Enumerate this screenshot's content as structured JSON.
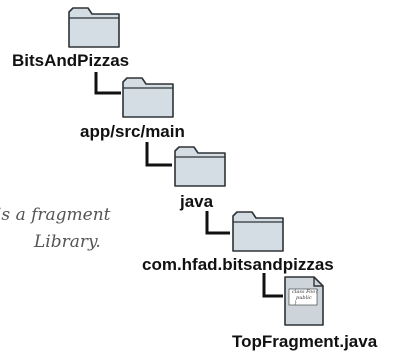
{
  "tree": {
    "root": "BitsAndPizzas",
    "level1": "app/src/main",
    "level2": "java",
    "level3": "com.hfad.bitsandpizzas",
    "file": "TopFragment.java"
  },
  "file_icon": {
    "line1": "class Foo{",
    "line2": "public",
    "line3": "}"
  },
  "annotation": {
    "line1": "is a fragment",
    "line2": "Library."
  },
  "colors": {
    "folder_fill": "#d4dde3",
    "folder_stroke": "#2e3336",
    "connector": "#111111",
    "file_fill": "#cdd4da"
  }
}
